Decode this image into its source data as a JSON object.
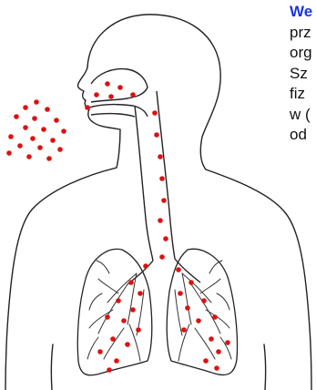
{
  "caption": {
    "lead": "We",
    "lines": [
      "prz",
      "org",
      "Sz",
      "fiz",
      "w (",
      "od"
    ]
  },
  "colors": {
    "outline": "#222222",
    "particle": "#dd1111",
    "lead_text": "#1a33e6",
    "background": "#ffffff"
  },
  "icons": {
    "airborne_particles": "red-dot-cluster",
    "body": "human-torso-outline",
    "lungs": "lungs-with-bronchi"
  }
}
